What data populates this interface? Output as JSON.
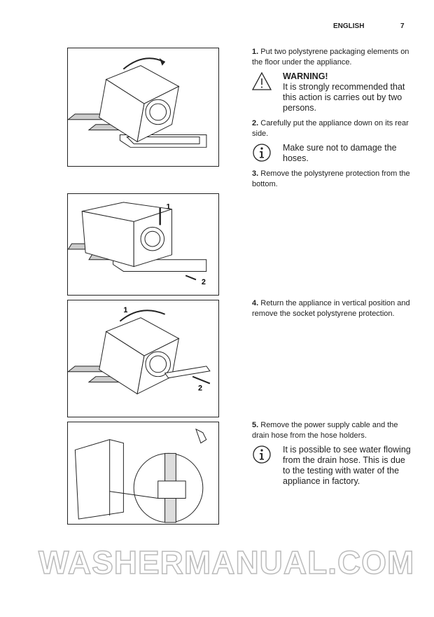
{
  "header": {
    "language": "ENGLISH",
    "page_number": "7"
  },
  "steps": [
    {
      "num": "1.",
      "text": "Put two polystyrene packaging elements on the floor under the appliance."
    },
    {
      "num": "2.",
      "text": "Carefully put the appliance down on its rear side."
    },
    {
      "num": "3.",
      "text": "Remove the polystyrene protection from the bottom."
    },
    {
      "num": "4.",
      "text": "Return the appliance in vertical position and remove the socket polystyrene protection."
    },
    {
      "num": "5.",
      "text": "Remove the power supply cable and the drain hose from the hose holders."
    }
  ],
  "warning": {
    "icon": "warning-triangle-icon",
    "title": "WARNING!",
    "text": "It is strongly recommended that this action is carries out by two persons."
  },
  "info_notes": [
    {
      "icon": "info-icon",
      "text": "Make sure not to damage the hoses."
    },
    {
      "icon": "info-icon",
      "text": "It is possible to see water flowing from the drain hose. This is due to the testing with water of the appliance in factory."
    }
  ],
  "figures": [
    {
      "labels": []
    },
    {
      "labels": [
        "1",
        "2"
      ]
    },
    {
      "labels": [
        "1",
        "2"
      ]
    },
    {
      "labels": []
    }
  ],
  "watermark": "WASHERMANUAL.COM"
}
